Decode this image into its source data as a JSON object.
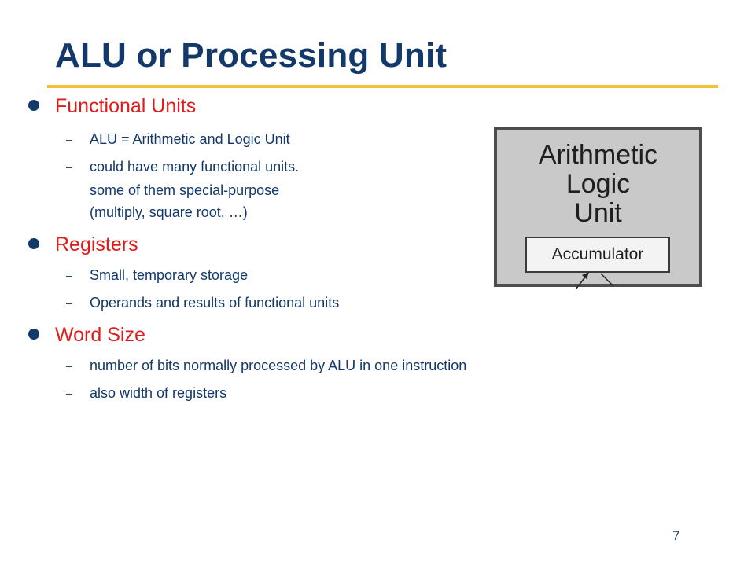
{
  "slide": {
    "title": "ALU or Processing Unit",
    "page_number": "7",
    "sections": [
      {
        "heading": "Functional Units",
        "items": [
          {
            "lines": [
              "ALU = Arithmetic and Logic Unit"
            ]
          },
          {
            "lines": [
              "could have many functional units.",
              "some of them special-purpose",
              "(multiply, square root, …)"
            ]
          }
        ]
      },
      {
        "heading": "Registers",
        "items": [
          {
            "lines": [
              "Small, temporary storage"
            ]
          },
          {
            "lines": [
              "Operands and results of functional units"
            ]
          }
        ]
      },
      {
        "heading": "Word Size",
        "items": [
          {
            "lines": [
              "number of bits normally processed by ALU in one instruction"
            ]
          },
          {
            "lines": [
              "also width of registers"
            ]
          }
        ]
      }
    ]
  },
  "diagram": {
    "alu_lines": [
      "Arithmetic",
      "Logic",
      "Unit"
    ],
    "accumulator_label": "Accumulator"
  },
  "colors": {
    "title": "#13386a",
    "heading": "#e01b1b",
    "body_text": "#13386a",
    "rule": "#f1c232",
    "alu_fill": "#c9c9c9",
    "alu_border": "#4d4d4d"
  }
}
